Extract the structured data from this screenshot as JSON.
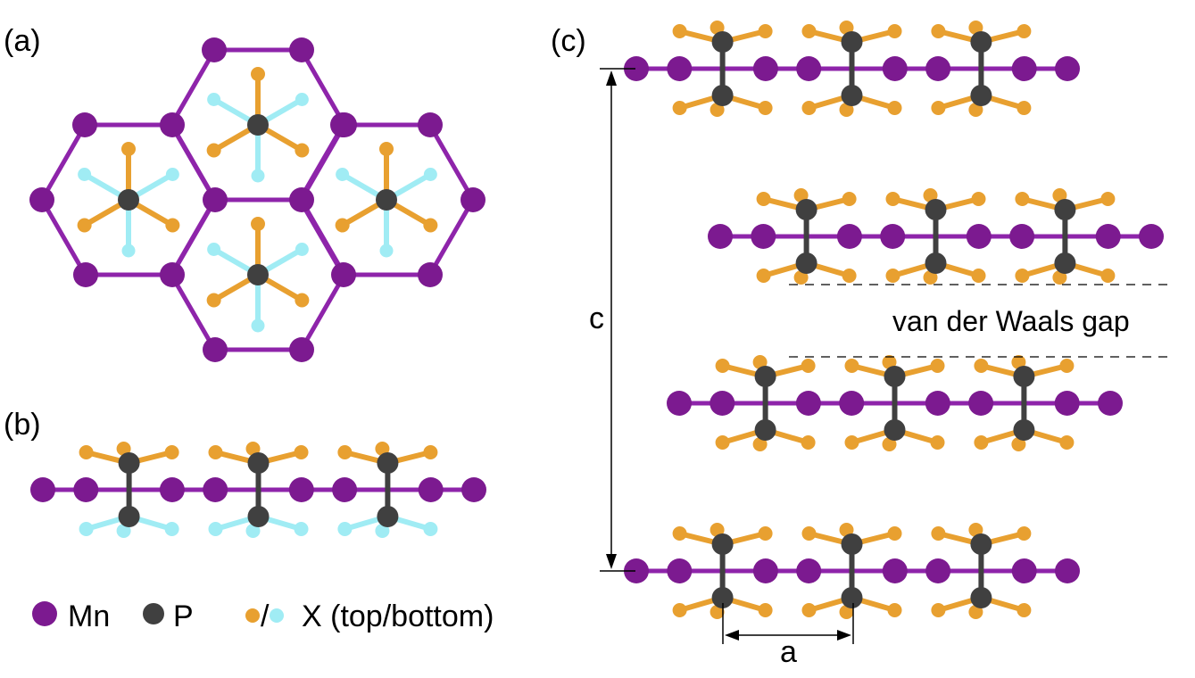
{
  "panels": {
    "a": {
      "label": "(a)"
    },
    "b": {
      "label": "(b)"
    },
    "c": {
      "label": "(c)"
    }
  },
  "legend": {
    "mn_label": "Mn",
    "p_label": "P",
    "slash": "/",
    "x_label": "X (top/bottom)"
  },
  "annotations": {
    "c_axis": "c",
    "a_axis": "a",
    "vdw_gap": "van der Waals gap"
  },
  "colors": {
    "mn": "#7c1a90",
    "mn_bond": "#8e24aa",
    "p": "#404040",
    "x_top": "#e8a030",
    "x_bottom": "#a0ecf4"
  }
}
